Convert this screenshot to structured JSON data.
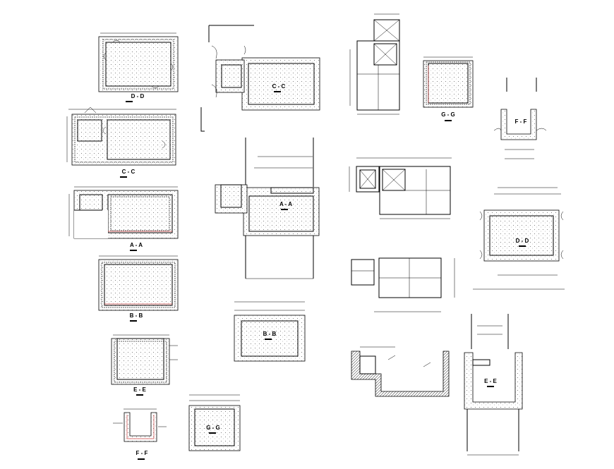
{
  "sheet": {
    "sections": [
      {
        "id": "dd-left",
        "title": "D - D"
      },
      {
        "id": "cc-left",
        "title": "C - C"
      },
      {
        "id": "aa-left",
        "title": "A - A"
      },
      {
        "id": "bb-left",
        "title": "B - B"
      },
      {
        "id": "ee-left",
        "title": "E - E"
      },
      {
        "id": "ff-left",
        "title": "F - F"
      },
      {
        "id": "cc-mid",
        "title": "C - C"
      },
      {
        "id": "aa-mid",
        "title": "A - A"
      },
      {
        "id": "bb-mid",
        "title": "B - B"
      },
      {
        "id": "gg-mid",
        "title": "G - G"
      },
      {
        "id": "gg-right",
        "title": "G - G"
      },
      {
        "id": "ff-right",
        "title": "F - F"
      },
      {
        "id": "dd-right",
        "title": "D - D"
      },
      {
        "id": "ee-right",
        "title": "E - E"
      }
    ]
  }
}
